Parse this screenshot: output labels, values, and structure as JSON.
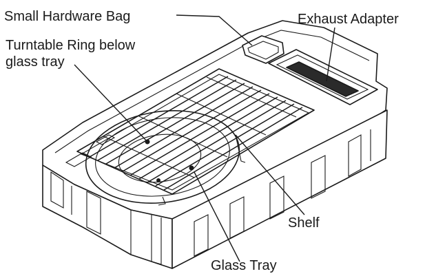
{
  "labels": {
    "small_hardware_bag": "Small Hardware Bag",
    "exhaust_adapter": "Exhaust Adapter",
    "turntable_ring_line1": "Turntable Ring below",
    "turntable_ring_line2": "glass tray",
    "shelf": "Shelf",
    "glass_tray": "Glass Tray"
  }
}
